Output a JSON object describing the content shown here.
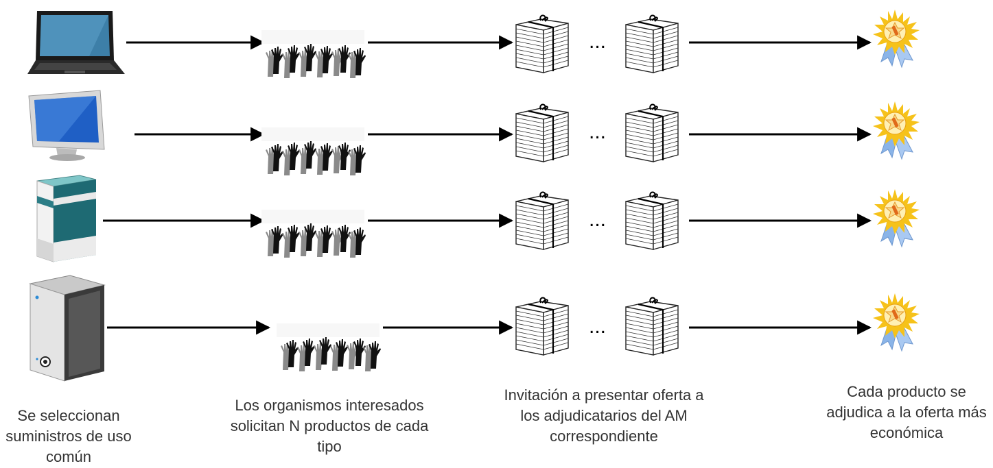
{
  "ellipsis": "...",
  "captions": {
    "step1": "Se seleccionan suministros de uso común",
    "step2": "Los organismos interesados solicitan N productos de cada tipo",
    "step3": "Invitación a presentar oferta a los adjudicatarios del AM correspondiente",
    "step4": "Cada producto se adjudica a la oferta más económica"
  },
  "rows": [
    {
      "product_icon": "laptop-icon"
    },
    {
      "product_icon": "monitor-icon"
    },
    {
      "product_icon": "software-box-icon"
    },
    {
      "product_icon": "server-tower-icon"
    }
  ],
  "icons": {
    "requests": "raised-hands-icon",
    "offers": "paper-stack-icon",
    "award": "award-ribbon-icon"
  },
  "colors": {
    "arrow": "#000000",
    "caption_text": "#333333",
    "award_gold": "#f6c21a",
    "award_ribbon": "#8ab4e8"
  }
}
